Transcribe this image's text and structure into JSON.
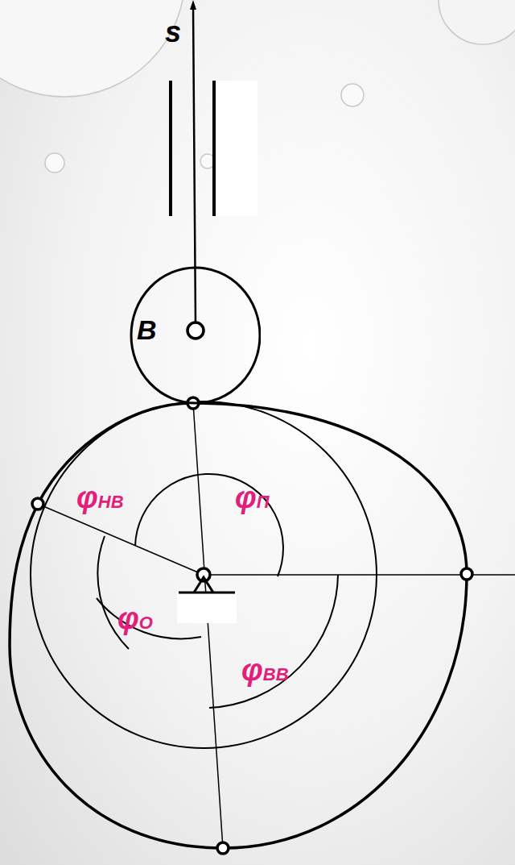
{
  "diagram": {
    "nodes": [
      {
        "text": [
          "B"
        ]
      }
    ],
    "labels": [
      "s",
      "φНВ",
      "φП",
      "φО",
      "φВВ"
    ]
  }
}
